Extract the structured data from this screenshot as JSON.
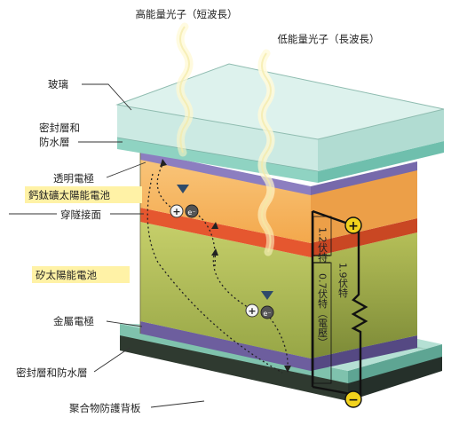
{
  "light": {
    "high_energy": "高能量光子（短波長）",
    "low_energy": "低能量光子（長波長）"
  },
  "labels": {
    "glass": "玻璃",
    "seal_top_1": "密封層和",
    "seal_top_2": "防水層",
    "transparent_electrode": "透明電極",
    "perovskite_cell": "鈣鈦礦太陽能電池",
    "tunnel_junction": "穿隧接面",
    "silicon_cell": "矽太陽能電池",
    "metal_electrode": "金屬電極",
    "seal_bottom": "密封層和防水層",
    "backsheet": "聚合物防護背板"
  },
  "voltage": {
    "top": "1.2伏特",
    "mid": "0.7伏特（電壓）",
    "total": "1.9伏特"
  },
  "symbols": {
    "plus": "+",
    "minus": "−",
    "electron": "e⁻",
    "hole": "+"
  },
  "colors": {
    "perovskite": "#f7b45a",
    "tunnel": "#e8583a",
    "silicon": "#b7c45a",
    "glass": "#bfe3da",
    "metal": "#7a6ea8",
    "backsheet": "#3d4a3f",
    "terminal": "#f2d21c",
    "highlight": "#fff2a6"
  }
}
